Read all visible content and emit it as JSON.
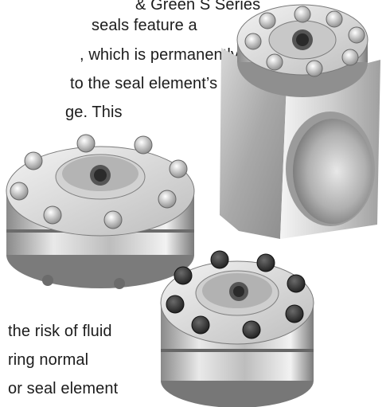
{
  "paragraph_top": [
    "& Green S Series",
    "seals feature a",
    ", which is permanently",
    "to the seal element’s",
    "ge. This"
  ],
  "paragraph_bottom": [
    "the risk of fluid",
    "ring normal",
    "or seal element"
  ],
  "colors": {
    "steel_light": "#e6e6e6",
    "steel_mid": "#b5b5b5",
    "steel_dark": "#6f6f6f",
    "bolt_black": "#2b2b2b",
    "text": "#1c1c1c"
  }
}
